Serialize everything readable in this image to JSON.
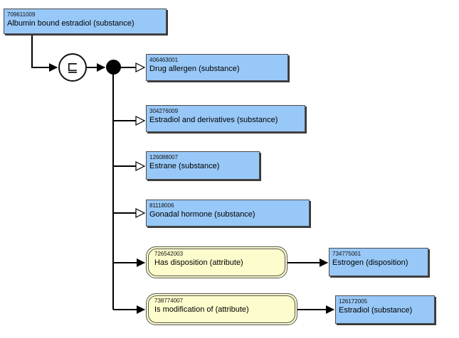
{
  "focus": {
    "sctid": "709611009",
    "term": "Albumin bound estradiol (substance)"
  },
  "subsumes_symbol": "⊑",
  "parents": [
    {
      "sctid": "406463001",
      "term": "Drug allergen (substance)"
    },
    {
      "sctid": "304276009",
      "term": "Estradiol and derivatives (substance)"
    },
    {
      "sctid": "126088007",
      "term": "Estrane (substance)"
    },
    {
      "sctid": "81118006",
      "term": "Gonadal hormone (substance)"
    }
  ],
  "attributes": [
    {
      "sctid": "726542003",
      "term": "Has disposition (attribute)",
      "value": {
        "sctid": "734775001",
        "term": "Estrogen (disposition)"
      }
    },
    {
      "sctid": "738774007",
      "term": "Is modification of (attribute)",
      "value": {
        "sctid": "126172005",
        "term": "Estradiol (substance)"
      }
    }
  ],
  "colors": {
    "concept_fill": "#98c8f8",
    "attribute_fill": "#fdfccc",
    "line": "#000000"
  }
}
